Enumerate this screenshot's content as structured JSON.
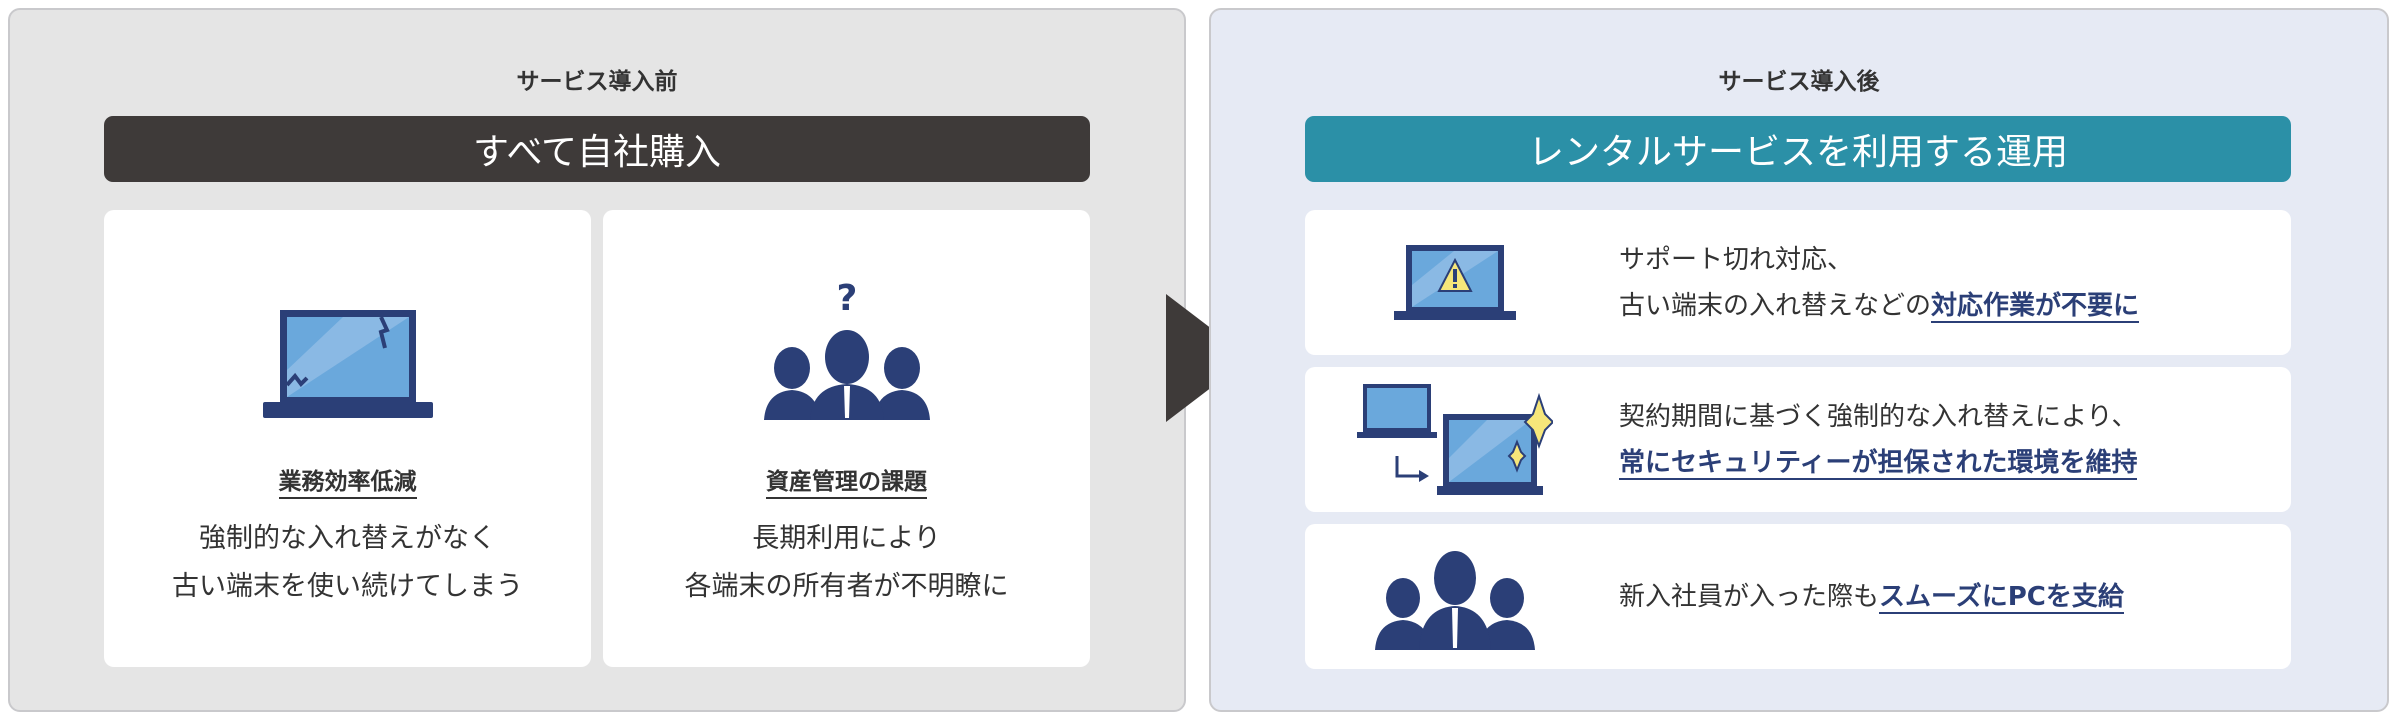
{
  "before": {
    "title": "サービス導入前",
    "header": "すべて自社購入",
    "cards": [
      {
        "icon": "broken-laptop-icon",
        "title": "業務効率低減",
        "lines": [
          "強制的な入れ替えがなく",
          "古い端末を使い続けてしまう"
        ]
      },
      {
        "icon": "confused-people-icon",
        "title": "資産管理の課題",
        "lines": [
          "長期利用により",
          "各端末の所有者が不明瞭に"
        ]
      }
    ]
  },
  "after": {
    "title": "サービス導入後",
    "header": "レンタルサービスを利用する運用",
    "cards": [
      {
        "icon": "laptop-warning-icon",
        "line1": "サポート切れ対応、",
        "line2_plain": "古い端末の入れ替えなどの",
        "line2_emph": "対応作業が不要に"
      },
      {
        "icon": "laptop-replace-icon",
        "line1": "契約期間に基づく強制的な入れ替えにより、",
        "line2_plain": "",
        "line2_emph": "常にセキュリティーが担保された環境を維持"
      },
      {
        "icon": "people-icon",
        "line1_plain": "新入社員が入った際も",
        "line1_emph": "スムーズにPCを支給"
      }
    ]
  },
  "colors": {
    "dark": "#3e3a39",
    "teal": "#2b90a7",
    "navy": "#2b3f77",
    "screen": "#6aa8dc"
  }
}
